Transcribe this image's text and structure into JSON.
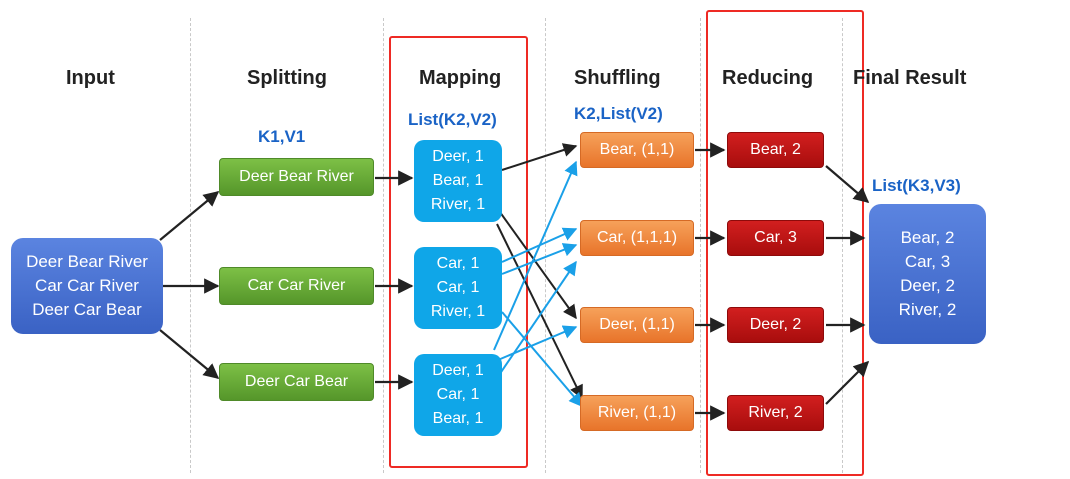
{
  "headers": {
    "input": "Input",
    "splitting": "Splitting",
    "mapping": "Mapping",
    "shuffling": "Shuffling",
    "reducing": "Reducing",
    "final": "Final Result"
  },
  "kv_labels": {
    "splitting": "K1,V1",
    "mapping": "List(K2,V2)",
    "shuffling": "K2,List(V2)",
    "final": "List(K3,V3)"
  },
  "input_box": [
    "Deer Bear River",
    "Car Car River",
    "Deer Car Bear"
  ],
  "splits": [
    "Deer Bear River",
    "Car Car River",
    "Deer Car Bear"
  ],
  "maps": [
    [
      "Deer, 1",
      "Bear, 1",
      "River, 1"
    ],
    [
      "Car, 1",
      "Car, 1",
      "River, 1"
    ],
    [
      "Deer, 1",
      "Car, 1",
      "Bear, 1"
    ]
  ],
  "shuffles": [
    "Bear, (1,1)",
    "Car, (1,1,1)",
    "Deer, (1,1)",
    "River, (1,1)"
  ],
  "reduces": [
    "Bear, 2",
    "Car, 3",
    "Deer, 2",
    "River, 2"
  ],
  "final_box": [
    "Bear, 2",
    "Car, 3",
    "Deer, 2",
    "River, 2"
  ],
  "colors": {
    "split_green": "#6aaf3a",
    "input_blue": "#4a72d4",
    "map_cyan": "#0fa6e8",
    "shuffle_orange": "#f08a3e",
    "reduce_red": "#c01515",
    "highlight_red": "#ee2a24",
    "kv_blue": "#1a63c6",
    "arrow_black": "#222222",
    "arrow_blue": "#1aa0e8"
  }
}
